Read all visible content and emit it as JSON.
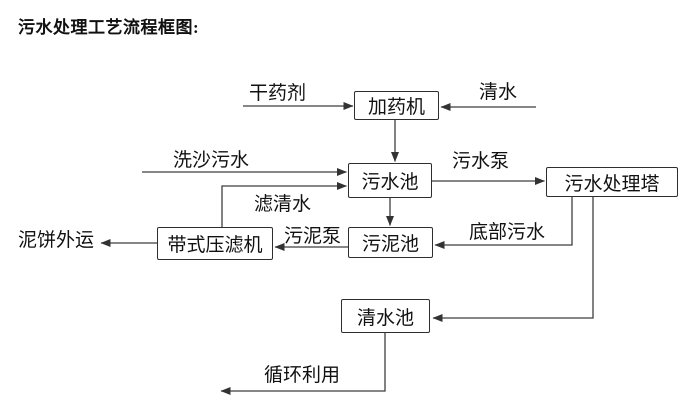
{
  "title": "污水处理工艺流程框图:",
  "nodes": {
    "dosing_machine": "加药机",
    "sewage_pool": "污水池",
    "treatment_tower": "污水处理塔",
    "sludge_pool": "污泥池",
    "belt_filter_press": "带式压滤机",
    "clean_water_pool": "清水池"
  },
  "edges": [
    {
      "from": "dry_agent_input",
      "to": "dosing_machine",
      "label": "干药剂"
    },
    {
      "from": "clean_water_input",
      "to": "dosing_machine",
      "label": "清水"
    },
    {
      "from": "dosing_machine",
      "to": "sewage_pool",
      "label": ""
    },
    {
      "from": "sand_washing_sewage_input",
      "to": "sewage_pool",
      "label": "洗沙污水"
    },
    {
      "from": "belt_filter_press",
      "to": "sewage_pool",
      "label": "滤清水"
    },
    {
      "from": "sewage_pool",
      "to": "treatment_tower",
      "label": "污水泵"
    },
    {
      "from": "sewage_pool",
      "to": "sludge_pool",
      "label": ""
    },
    {
      "from": "treatment_tower",
      "to": "sludge_pool",
      "label": "底部污水"
    },
    {
      "from": "sludge_pool",
      "to": "belt_filter_press",
      "label": "污泥泵"
    },
    {
      "from": "belt_filter_press",
      "to": "mud_cake_output",
      "label": "泥饼外运"
    },
    {
      "from": "treatment_tower",
      "to": "clean_water_pool",
      "label": ""
    },
    {
      "from": "clean_water_pool",
      "to": "recycle_output",
      "label": "循环利用"
    }
  ],
  "colors": {
    "line": "#3f3f3f",
    "box_border": "#2e2e2e",
    "text": "#111111",
    "background": "#ffffff"
  }
}
